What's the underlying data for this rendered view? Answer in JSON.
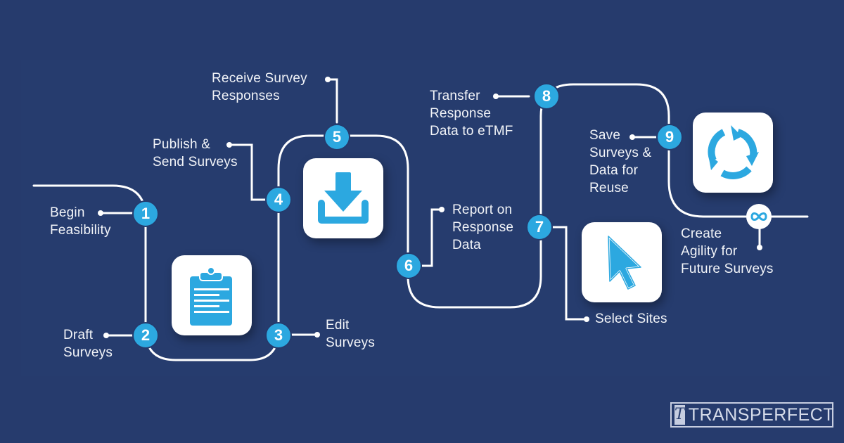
{
  "brand": {
    "name": "TRANSPERFECT",
    "mark": "T"
  },
  "colors": {
    "background": "#263b6d",
    "accent": "#2ca8e0",
    "line": "#ffffff",
    "text": "#f2f4f8"
  },
  "steps": [
    {
      "number": "1",
      "label": "Begin\nFeasibility"
    },
    {
      "number": "2",
      "label": "Draft\nSurveys"
    },
    {
      "number": "3",
      "label": "Edit\nSurveys"
    },
    {
      "number": "4",
      "label": "Publish &\nSend Surveys"
    },
    {
      "number": "5",
      "label": "Receive Survey\nResponses"
    },
    {
      "number": "6",
      "label": "Report on\nResponse\nData"
    },
    {
      "number": "7",
      "label": "Select Sites"
    },
    {
      "number": "8",
      "label": "Transfer\nResponse\nData to eTMF"
    },
    {
      "number": "9",
      "label": "Save\nSurveys &\nData for\nReuse"
    }
  ],
  "final": {
    "symbol": "∞",
    "label": "Create\nAgility for\nFuture Surveys"
  },
  "icons": [
    "clipboard-icon",
    "download-icon",
    "cursor-icon",
    "cycle-arrows-icon"
  ]
}
